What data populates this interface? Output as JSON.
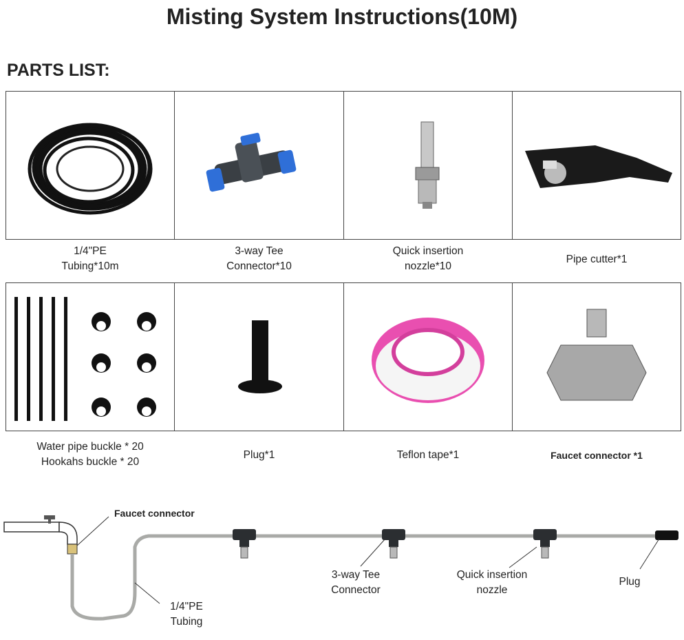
{
  "title": "Misting System Instructions(10M)",
  "section_heading": "PARTS LIST:",
  "parts": [
    {
      "name": "tubing",
      "lines": [
        "1/4\"PE",
        "Tubing*10m"
      ]
    },
    {
      "name": "tee",
      "lines": [
        "3-way Tee",
        "Connector*10"
      ]
    },
    {
      "name": "nozzle",
      "lines": [
        "Quick insertion",
        "nozzle*10"
      ]
    },
    {
      "name": "cutter",
      "lines": [
        "Pipe cutter*1"
      ]
    },
    {
      "name": "buckles",
      "lines": [
        "Water pipe buckle * 20",
        "Hookahs buckle * 20"
      ]
    },
    {
      "name": "plug",
      "lines": [
        "Plug*1"
      ]
    },
    {
      "name": "tape",
      "lines": [
        "Teflon tape*1"
      ]
    },
    {
      "name": "faucet",
      "lines": [
        "Faucet connector *1"
      ]
    }
  ],
  "diagram": {
    "faucet_connector": "Faucet connector",
    "tubing": [
      "1/4\"PE",
      "Tubing"
    ],
    "tee": [
      "3-way Tee",
      "Connector"
    ],
    "nozzle": [
      "Quick insertion",
      "nozzle"
    ],
    "plug": "Plug"
  },
  "colors": {
    "tape_pink": "#e94fb0",
    "tube_gray": "#a9aaa7",
    "nozzle_silver": "#b9b9b9",
    "tee_dark": "#3a3f44",
    "tee_blue": "#2f6fd8"
  }
}
